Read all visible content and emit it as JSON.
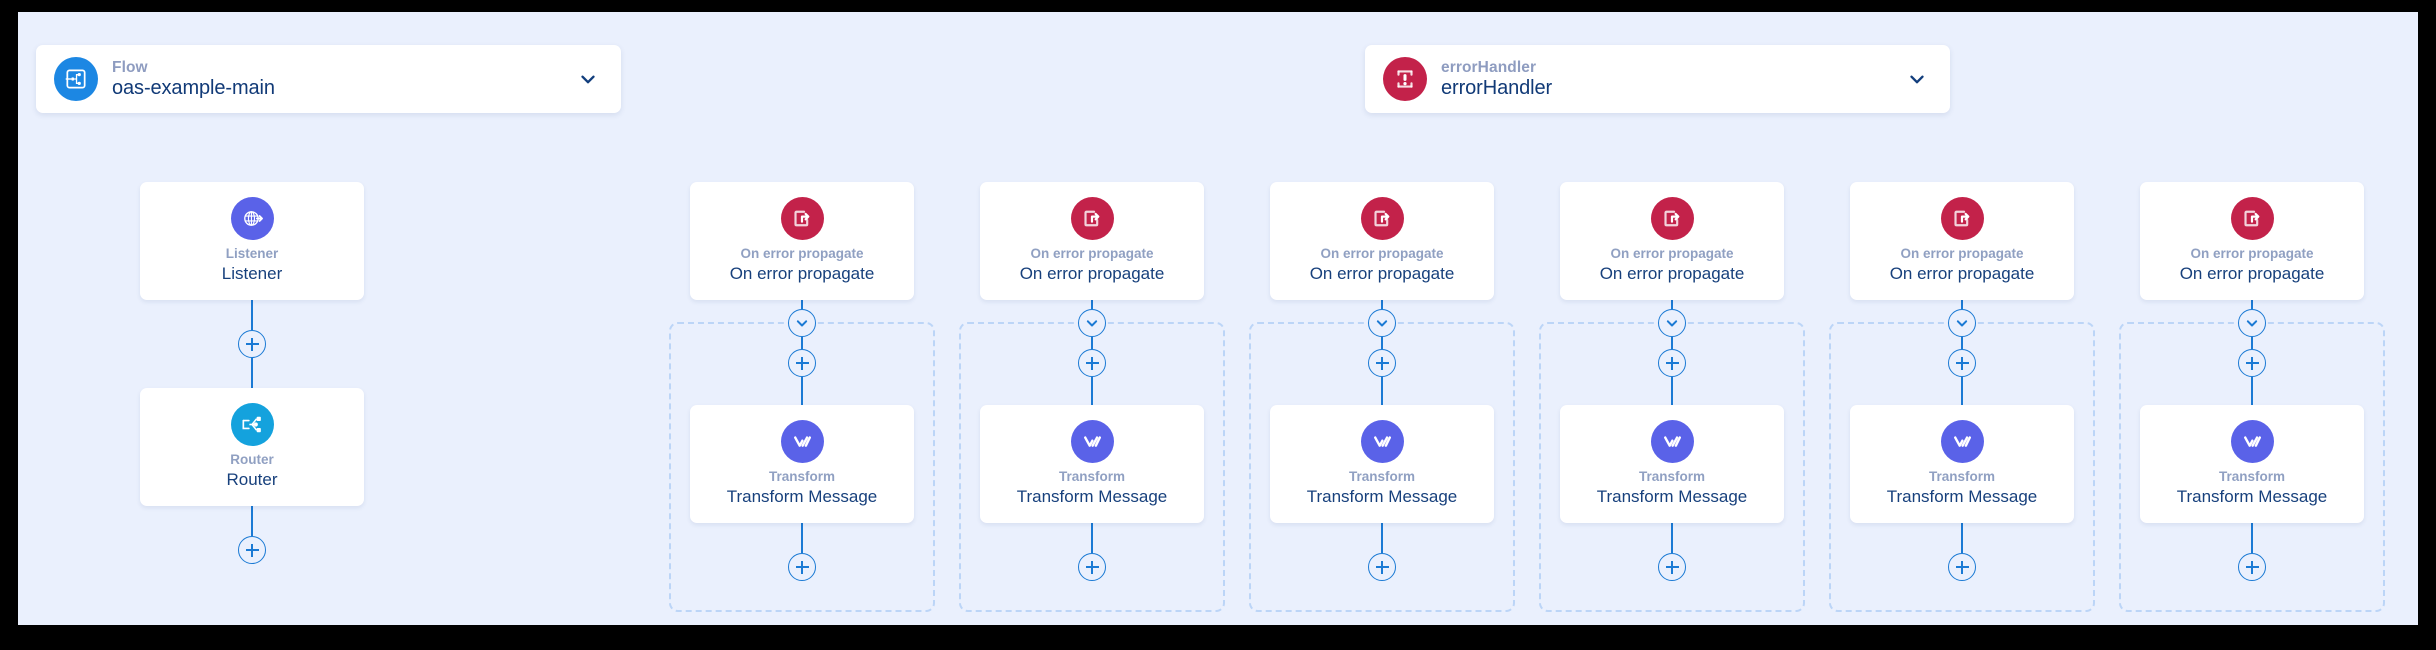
{
  "canvas": {
    "background_color": "#eaf0fd",
    "frame_color": "#000000"
  },
  "headers": [
    {
      "id": "flow-header",
      "kind": "Flow",
      "name": "oas-example-main",
      "icon": "flow-icon",
      "icon_color": "#1c87e3",
      "chevron": "chevron-down-icon"
    },
    {
      "id": "error-header",
      "kind": "errorHandler",
      "name": "errorHandler",
      "icon": "error-handler-icon",
      "icon_color": "#c3224a",
      "chevron": "chevron-down-icon"
    }
  ],
  "columns": [
    {
      "id": "main-flow",
      "scoped": false,
      "nodes": [
        {
          "kind": "Listener",
          "name": "Listener",
          "icon": "globe-listener-icon",
          "icon_color": "#5a62e8"
        },
        {
          "kind": "Router",
          "name": "Router",
          "icon": "router-icon",
          "icon_color": "#14a2dd"
        }
      ]
    },
    {
      "id": "error-handler-1",
      "scoped": true,
      "nodes": [
        {
          "kind": "On error propagate",
          "name": "On error propagate",
          "icon": "on-error-propagate-icon",
          "icon_color": "#c3224a"
        },
        {
          "kind": "Transform",
          "name": "Transform Message",
          "icon": "dataweave-transform-icon",
          "icon_color": "#5a62e8"
        }
      ]
    },
    {
      "id": "error-handler-2",
      "scoped": true,
      "nodes": [
        {
          "kind": "On error propagate",
          "name": "On error propagate",
          "icon": "on-error-propagate-icon",
          "icon_color": "#c3224a"
        },
        {
          "kind": "Transform",
          "name": "Transform Message",
          "icon": "dataweave-transform-icon",
          "icon_color": "#5a62e8"
        }
      ]
    },
    {
      "id": "error-handler-3",
      "scoped": true,
      "nodes": [
        {
          "kind": "On error propagate",
          "name": "On error propagate",
          "icon": "on-error-propagate-icon",
          "icon_color": "#c3224a"
        },
        {
          "kind": "Transform",
          "name": "Transform Message",
          "icon": "dataweave-transform-icon",
          "icon_color": "#5a62e8"
        }
      ]
    },
    {
      "id": "error-handler-4",
      "scoped": true,
      "nodes": [
        {
          "kind": "On error propagate",
          "name": "On error propagate",
          "icon": "on-error-propagate-icon",
          "icon_color": "#c3224a"
        },
        {
          "kind": "Transform",
          "name": "Transform Message",
          "icon": "dataweave-transform-icon",
          "icon_color": "#5a62e8"
        }
      ]
    },
    {
      "id": "error-handler-5",
      "scoped": true,
      "nodes": [
        {
          "kind": "On error propagate",
          "name": "On error propagate",
          "icon": "on-error-propagate-icon",
          "icon_color": "#c3224a"
        },
        {
          "kind": "Transform",
          "name": "Transform Message",
          "icon": "dataweave-transform-icon",
          "icon_color": "#5a62e8"
        }
      ]
    },
    {
      "id": "error-handler-6",
      "scoped": true,
      "nodes": [
        {
          "kind": "On error propagate",
          "name": "On error propagate",
          "icon": "on-error-propagate-icon",
          "icon_color": "#c3224a"
        },
        {
          "kind": "Transform",
          "name": "Transform Message",
          "icon": "dataweave-transform-icon",
          "icon_color": "#5a62e8"
        }
      ]
    }
  ],
  "connector": {
    "add_icon": "plus-icon",
    "collapse_icon": "chevron-down-icon",
    "line_color": "#1b7ad4",
    "scope_border_color": "#bcd5f7"
  }
}
